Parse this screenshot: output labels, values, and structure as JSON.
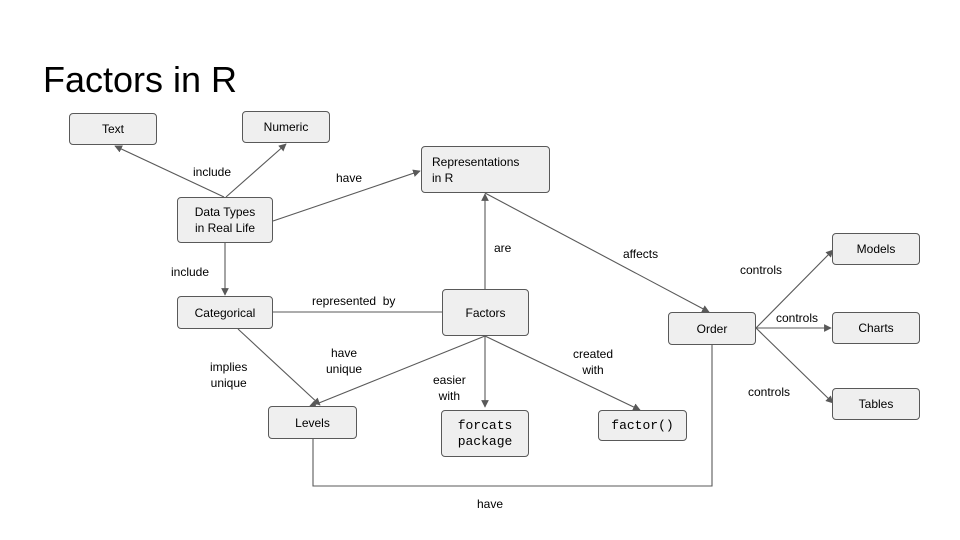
{
  "title": "Factors in R",
  "colors": {
    "node_fill": "#efefef",
    "node_border": "#595959",
    "edge": "#595959"
  },
  "nodes": {
    "text": "Text",
    "numeric": "Numeric",
    "data_types": "Data Types\nin Real Life",
    "representations": "Representations\nin R",
    "categorical": "Categorical",
    "factors": "Factors",
    "order": "Order",
    "levels": "Levels",
    "forcats": "forcats\npackage",
    "factor_fn": "factor()",
    "models": "Models",
    "charts": "Charts",
    "tables": "Tables"
  },
  "edges": {
    "include_top": "include",
    "have_repr": "have",
    "include_cat": "include",
    "represented_by": "represented  by",
    "are": "are",
    "affects": "affects",
    "implies_unique": "implies\nunique",
    "have_unique": "have\nunique",
    "easier_with": "easier\nwith",
    "created_with": "created\nwith",
    "controls_models": "controls",
    "controls_charts": "controls",
    "controls_tables": "controls",
    "have_bottom": "have"
  }
}
